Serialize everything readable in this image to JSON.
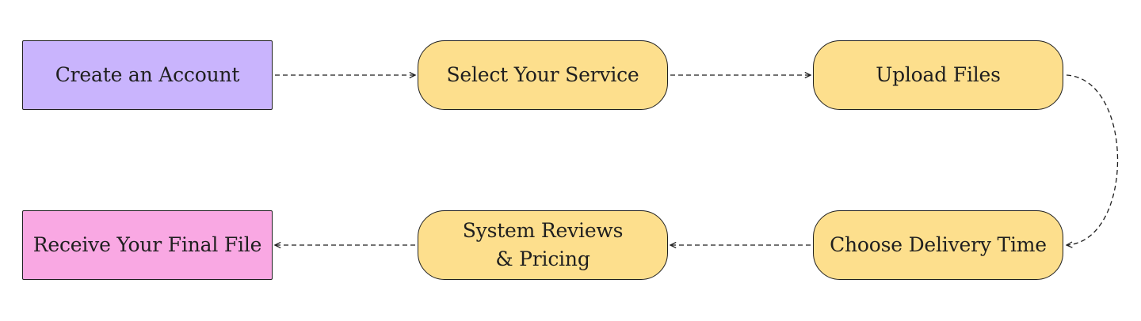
{
  "diagram": {
    "title": "",
    "colors": {
      "account": "#c9b4fd",
      "step": "#fddf8d",
      "final": "#f9a8e3",
      "stroke": "#1f1f1f"
    },
    "nodes": {
      "create_account": {
        "label": "Create an Account",
        "shape": "rectangle"
      },
      "select_service": {
        "label": "Select Your Service",
        "shape": "rounded"
      },
      "upload_files": {
        "label": "Upload Files",
        "shape": "rounded"
      },
      "choose_delivery": {
        "label": "Choose Delivery Time",
        "shape": "rounded"
      },
      "system_reviews": {
        "label_line1": "System Reviews",
        "label_line2": "& Pricing",
        "shape": "rounded"
      },
      "receive_file": {
        "label": "Receive Your Final File",
        "shape": "rectangle"
      }
    },
    "edges": [
      {
        "from": "Create an Account",
        "to": "Select Your Service",
        "style": "dashed"
      },
      {
        "from": "Select Your Service",
        "to": "Upload Files",
        "style": "dashed"
      },
      {
        "from": "Upload Files",
        "to": "Choose Delivery Time",
        "style": "dashed"
      },
      {
        "from": "Choose Delivery Time",
        "to": "System Reviews & Pricing",
        "style": "dashed"
      },
      {
        "from": "System Reviews & Pricing",
        "to": "Receive Your Final File",
        "style": "dashed"
      }
    ]
  }
}
